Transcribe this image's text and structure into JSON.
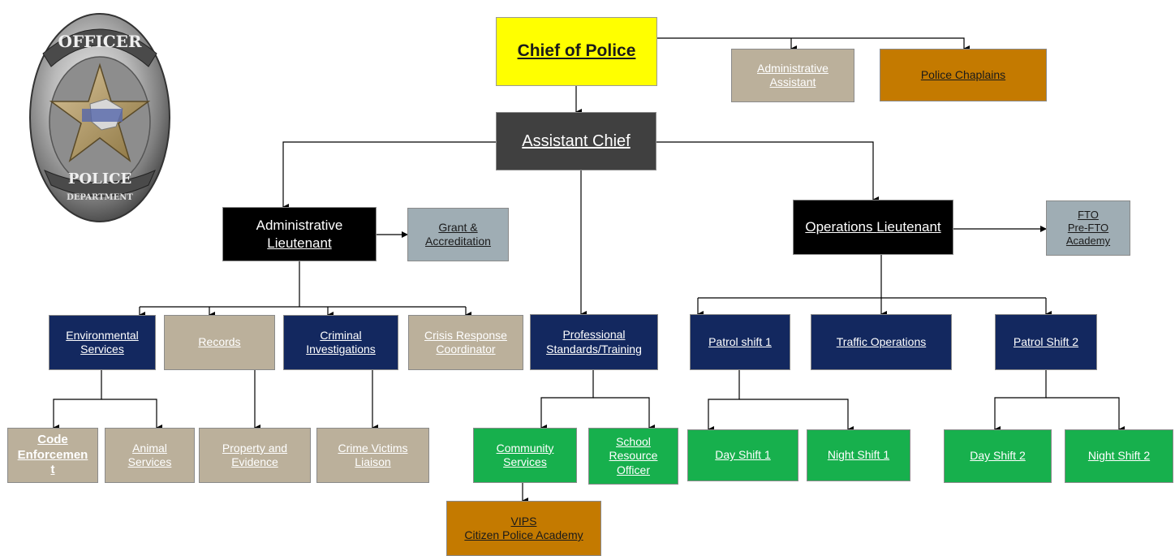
{
  "badge": {
    "text_top": "OFFICER",
    "text_middle": "POLICE",
    "text_bottom": "DEPARTMENT"
  },
  "chief": {
    "label": "Chief of Police"
  },
  "admin_assistant": {
    "line1": "Administrative",
    "line2": "Assistant"
  },
  "chaplains": {
    "label": "Police Chaplains"
  },
  "assistant_chief": {
    "label": "Assistant Chief"
  },
  "admin_lt": {
    "line1": "Administrative",
    "line2": "Lieutenant"
  },
  "grant": {
    "line1": "Grant &",
    "line2": "Accreditation"
  },
  "ops_lt": {
    "word1": "Operations",
    "word2": "Lieutenant"
  },
  "fto": {
    "line1": "FTO",
    "line2": "Pre-FTO",
    "line3": "Academy"
  },
  "env": {
    "line1": "Environmental",
    "line2": "Services"
  },
  "records": {
    "label": "Records"
  },
  "cid": {
    "line1": "Criminal",
    "line2": "Investigations"
  },
  "crisis": {
    "line1": "Crisis Response",
    "line2": "Coordinator"
  },
  "pst": {
    "line1": "Professional",
    "line2": "Standards/Training"
  },
  "patrol1": {
    "label": "Patrol shift 1"
  },
  "traffic": {
    "label": "Traffic Operations"
  },
  "patrol2": {
    "label": "Patrol Shift 2"
  },
  "code": {
    "line1": "Code",
    "line2": "Enforcemen",
    "line3": "t"
  },
  "animal": {
    "line1": "Animal",
    "line2": "Services"
  },
  "property": {
    "line1": "Property and",
    "line2": "Evidence"
  },
  "victims": {
    "line1": "Crime Victims",
    "line2": "Liaison"
  },
  "community": {
    "line1": "Community",
    "line2": "Services"
  },
  "sro": {
    "line1": "School",
    "line2": "Resource",
    "line3": "Officer"
  },
  "day1": {
    "label": "Day Shift 1"
  },
  "night1": {
    "label": "Night Shift 1"
  },
  "day2": {
    "label": "Day Shift 2"
  },
  "night2": {
    "label": "Night Shift 2"
  },
  "vips": {
    "line1": "VIPS",
    "line2": "Citizen Police Academy"
  },
  "colors": {
    "chief": "#ffff00",
    "assistant_chief": "#404040",
    "lieutenant": "#000000",
    "tan": "#bbb09b",
    "orange": "#c47a00",
    "slate": "#9fadb4",
    "navy": "#13285f",
    "green": "#17b04d"
  }
}
